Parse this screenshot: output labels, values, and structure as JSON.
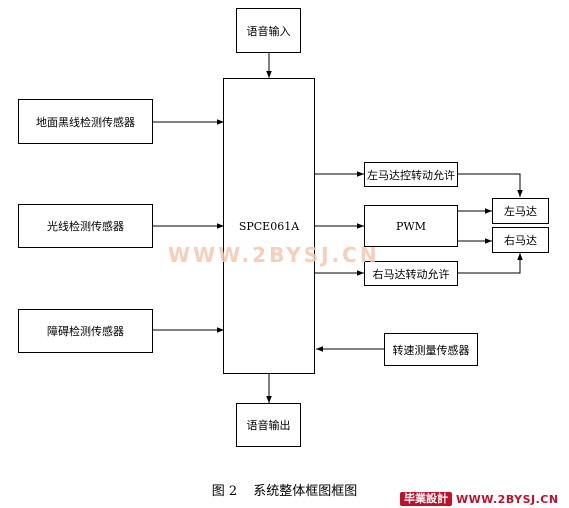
{
  "diagram": {
    "blocks": {
      "voice_in": "语音输入",
      "ground_line": "地面黑线检测传感器",
      "light": "光线检测传感器",
      "obstacle": "障碍检测传感器",
      "mcu": "SPCE061A",
      "left_enable": "左马达控转动允许",
      "pwm": "PWM",
      "right_enable": "右马达转动允许",
      "left_motor": "左马达",
      "right_motor": "右马达",
      "speed_sensor": "转速测量传感器",
      "voice_out": "语音输出"
    },
    "caption": {
      "number": "图 2",
      "title": "系统整体框图框图"
    }
  },
  "watermark": "WWW.2BYSJ.CN",
  "logo": {
    "cn": "毕業設計",
    "en": "WWW.2BYSJ.CN",
    "color": "#c0102a"
  },
  "colors": {
    "line": "#000000",
    "watermark": "#f7c6ac"
  }
}
